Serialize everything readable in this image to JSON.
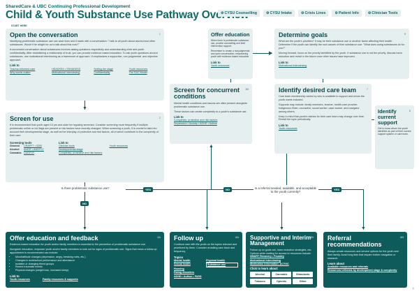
{
  "header": {
    "brand": "SharedCare & UBC Continuing Professional Development",
    "title": "Child & Youth Substance Use Pathway Overview",
    "start_label": "START HERE",
    "links": [
      {
        "label": "CYSU Counselling",
        "icon": "gear-icon"
      },
      {
        "label": "CYSU Intake",
        "icon": "gear-icon"
      },
      {
        "label": "Crisis Lines",
        "icon": "gear-icon"
      },
      {
        "label": "Patient Info",
        "icon": "gear-icon"
      },
      {
        "label": "Clinician Tools",
        "icon": "gear-icon"
      }
    ]
  },
  "boxes": {
    "b1": {
      "num": "1",
      "title": "Open the conversation",
      "text1": "Identifying problematic substance use can save lives and it starts with a conversation: \"I talk to all youth about alcohol and other substances. Would it be alright for us to talk about this now?\"",
      "text2": "A successful conversation about substances involves asking questions respectfully and understanding child and youth confidentiality. After establishing a relationship of trust, you can provide evidence-based education. To ask youth questions around substances, use motivational interviewing as a framework of approach. It emphasizes a supportive, non-judgmental, and objective approach.",
      "link_head": "Link to",
      "links": [
        "Trauma-informed care",
        "HEADSSS • SSHADESS",
        "Setting the stage",
        "Youth resources",
        "Why words matter",
        "Motivational interviewing",
        "Confidentiality",
        "The SAC Model"
      ]
    },
    "b2": {
      "num": "2",
      "title": "Screen for use",
      "text": "It is recommended that youth aged 10 yrs and older be regularly screened. Consider screening more frequently if multiple problematic online or red flags are present or risk factors have recently changed. When screening a youth, it is crucial to take into account their developmental stage, as well as the interplay of protective and risk factors, all of which contribute to the complexity of their care.",
      "tools_head": "Screening tools",
      "tools": [
        {
          "label": "General",
          "links": "CRAFFT • S2BI"
        },
        {
          "label": "Alcohol",
          "links": "AUDIT • AUDIT-C"
        },
        {
          "label": "Cannabis",
          "links": "CUDIT-R"
        }
      ],
      "link_head": "Link to",
      "links": [
        "Clinician tools",
        "Developmental stage",
        "Complexity: protective and risk factors"
      ],
      "extra_link": "Youth resources"
    },
    "b3a": {
      "num": "3A",
      "title": "Offer education and feedback",
      "text1": "Evidence-based education for youth and/or family members is essential to the prevention of problematic substance use.",
      "text2": "Alongside education, empower youth and/or family members to look out for signs of problematic use. Signs that mean a follow up appointment is recommended can include:",
      "bullets": [
        "Mood/attitude changes (depression, angry, breaking rules, etc.)",
        "Changes in work/school performance and attendance",
        "Isolation or changing friend groups",
        "Recent traumatic events",
        "Physical changes (weight loss, increased sleep)"
      ],
      "link_head": "Link to",
      "links": [
        "Youth resources",
        "Family resources & supports"
      ]
    },
    "b3b": {
      "num": "3B",
      "title": "Screen for concurrent conditions",
      "text1": "Mental health conditions and trauma are often present alongside problematic substance use.",
      "text2": "These factors can create complexity to a youth's substance use.",
      "link_head": "Link to",
      "links": [
        "Depression • Anxiety • ADHD • Autism",
        "Complexity: protective and risk factors"
      ]
    },
    "b4": {
      "num": "4",
      "title": "Offer education",
      "text1": "When there is problematic substance use, provide counselling and brief intervention support.",
      "text2": "Remember to create a nonjudgmental and open conversation, empowering youth with evidence-based education.",
      "link_head": "Link to",
      "links": [
        "Youth resources"
      ]
    },
    "b5": {
      "num": "5",
      "title": "Determine goals",
      "text1": "What are the youth's priorities? It may be their substance use or another factor affecting their health. Determine if the youth can identify the root causes of their substance use: \"What does using substances do for you?\"",
      "text2": "Moving forward, focus on the priority identified by the youth. If substance use is not the priority, discuss harm reduction and revisit in the future once other issues have improved.",
      "link_head": "Link to",
      "links": [
        "Motivational interviewing"
      ]
    },
    "b6": {
      "num": "6",
      "title": "Identify current support",
      "text": "Get to know whom the youth identifies as part of their current support system or care team."
    },
    "b7": {
      "num": "7",
      "title": "Identify desired care team",
      "text1": "Care team membership varies by who is available to support and whom the youth wants included.",
      "text2": "Supports may include: family members, teacher, health-care provider, Indigenous Elder, counsellor, social worker, case worker, and navigator among others.",
      "text3": "Keep in mind that youth's wishes for their care team may change over time. Revisit the topic periodically.",
      "link_head": "Link to",
      "links": [
        "Youth resources"
      ]
    },
    "b8a": {
      "num": "8A",
      "title": "Follow up",
      "text": "Continue care with the youth on the topics relevant and prioritized by them. Consider revisiting care team and frequency.",
      "topics_head": "Topics",
      "topics": [
        "Mental health",
        "Physical health",
        "Sexual health",
        "Substance use",
        "Housing",
        "Eating disorders",
        "ADHD • Autism • FASD"
      ]
    },
    "b8b": {
      "num": "8B",
      "title": "Supportive and Interim Management",
      "text": "Follow up on goals set, harm reduction strategies, etc. Options while waiting for access to resources include:",
      "links": [
        "SMART Recovery • Foundry",
        "Motivational interviewing",
        "Medication Information: ACTOC"
      ],
      "learn_head": "Click to learn about:",
      "subs": [
        "Alcohol",
        "Cannabis",
        "Stimulants",
        "Tobacco",
        "Opioids",
        "Other"
      ]
    },
    "b8c": {
      "num": "8B",
      "title": "Referral recommendations",
      "text": "Always create resources and service options for the youth and their family. Avoid long lists that require further navigation or research.",
      "learn_head": "Learn about",
      "links": [
        "Available resources and referrals",
        "Resources/ referrals by development stage & complexity"
      ]
    }
  },
  "flow": {
    "q1": "Is there problematic substance use?",
    "q2": "Is a referral needed, available, and acceptable to the youth currently?",
    "yes": "YES",
    "no": "NO"
  },
  "page_number": "1"
}
